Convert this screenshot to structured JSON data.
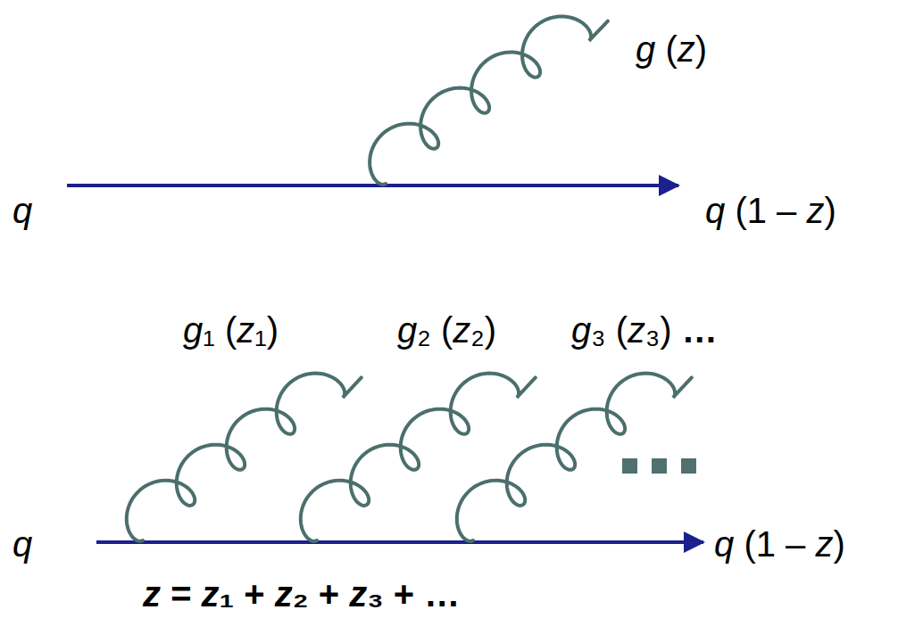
{
  "diagram": {
    "labels": [
      "g (z)",
      "q",
      "q (1 – z)",
      "g₁ (z₁)",
      "g₂ (z₂)",
      "g₃ (z₃) …",
      "q",
      "q (1 – z)",
      "z = z₁ + z₂ + z₃ + …"
    ]
  }
}
